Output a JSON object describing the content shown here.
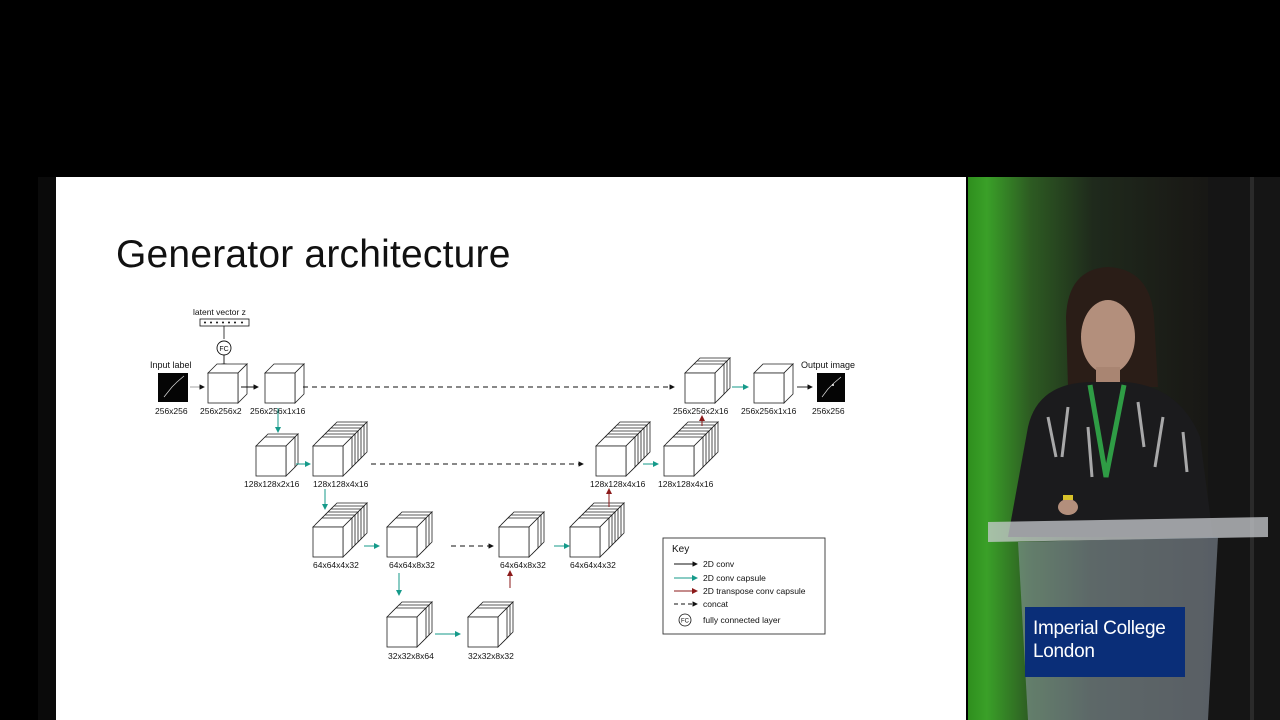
{
  "slide": {
    "title": "Generator architecture"
  },
  "diagram": {
    "latent_label": "latent vector z",
    "fc_symbol": "FC",
    "input_label": "Input label",
    "output_label": "Output image",
    "nodes": {
      "input": "256x256",
      "n1": "256x256x2",
      "n2": "256x256x1x16",
      "n3": "128x128x2x16",
      "n4": "128x128x4x16",
      "n5": "64x64x4x32",
      "n6": "64x64x8x32",
      "n7": "32x32x8x64",
      "n8": "32x32x8x32",
      "n9": "64x64x8x32",
      "n10": "64x64x4x32",
      "n11": "128x128x4x16",
      "n12": "128x128x4x16",
      "n13": "256x256x2x16",
      "n14": "256x256x1x16",
      "output": "256x256"
    },
    "key": {
      "title": "Key",
      "items": [
        "2D conv",
        "2D conv capsule",
        "2D transpose conv capsule",
        "concat",
        "fully connected layer"
      ]
    },
    "colors": {
      "conv": "#111111",
      "conv_capsule": "#159a8a",
      "transpose_conv_capsule": "#8b1a1a"
    }
  },
  "video": {
    "podium_line1": "Imperial College",
    "podium_line2": "London"
  }
}
